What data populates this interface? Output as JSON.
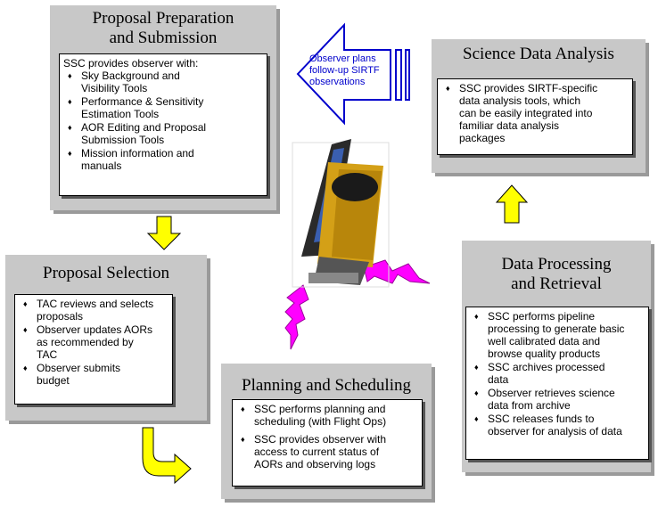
{
  "proposal_preparation": {
    "title": "Proposal Preparation\nand Submission",
    "intro": "SSC provides observer with:",
    "items": [
      "Sky Background and\nVisibility Tools",
      "Performance & Sensitivity\nEstimation Tools",
      "AOR Editing and Proposal\nSubmission Tools",
      "Mission information and\nmanuals"
    ]
  },
  "science_data_analysis": {
    "title": "Science Data Analysis",
    "items": [
      "SSC provides SIRTF-specific\ndata analysis tools, which\ncan be  easily integrated into\nfamiliar data analysis\npackages"
    ]
  },
  "proposal_selection": {
    "title": "Proposal Selection",
    "items": [
      "TAC reviews and selects\nproposals",
      "Observer updates AORs\nas recommended by\nTAC",
      "Observer submits\nbudget"
    ]
  },
  "data_processing": {
    "title": "Data Processing\nand Retrieval",
    "items": [
      "SSC performs pipeline\nprocessing to generate basic\nwell calibrated data and\nbrowse quality products",
      "SSC archives processed\ndata",
      "Observer retrieves science\ndata from archive",
      "SSC releases funds to\nobserver for analysis of data"
    ]
  },
  "planning_scheduling": {
    "title": "Planning and Scheduling",
    "items": [
      "SSC performs planning and\nscheduling (with Flight Ops)",
      "SSC provides observer with\naccess to current status of\nAORs and observing logs"
    ]
  },
  "followup_arrow": {
    "text": "Observer plans\nfollow-up SIRTF\nobservations"
  },
  "bullet_glyph": "♦",
  "colors": {
    "panel": "#c8c8c8",
    "flow_arrow_fill": "#ffff00",
    "followup_arrow_stroke": "#0000cc",
    "lightning": "#ff00ff",
    "spacecraft_gold": "#d4a017"
  },
  "icons": [
    "down-arrow-icon",
    "up-arrow-icon",
    "curved-arrow-icon",
    "left-arrow-icon",
    "lightning-bolt-icon",
    "spacecraft-icon"
  ]
}
